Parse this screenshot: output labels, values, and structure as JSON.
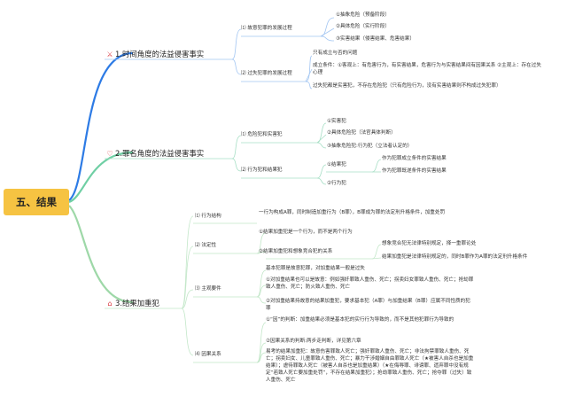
{
  "root": {
    "label": "五、结果",
    "color": "#f6c342"
  },
  "branches": {
    "b1": {
      "label": "1.时间角度的法益侵害事实",
      "icon": "sword-cross-icon",
      "color": "#2d7be5",
      "intent": {
        "label": "⑴  故意犯罪的发展过程",
        "stages": [
          "①抽象危险（预备阶段）",
          "②具体危险（实行阶段）",
          "③实害结果（侵害结果、危害结果）"
        ]
      },
      "negligence": {
        "label": "⑵  过失犯罪的发展过程",
        "items": [
          "只有成立与否的问题",
          "成立条件：①客观上：有危害行为，有实害结果，危害行为与实害结果间有因果关系 ②主观上：存在过失心理",
          "过失犯都是实害犯，不存在危险犯（只有危险行为，没有实害结果则不构成过失犯罪）"
        ]
      }
    },
    "b2": {
      "label": "2.罪名角度的法益侵害事实",
      "icon": "heart-icon",
      "color": "#6fcfa4",
      "danger": {
        "label": "⑴  危险犯和实害犯",
        "items": [
          "①实害犯",
          "②具体危险犯（法官具体判断）",
          "③抽象危险犯:行为犯（立法者认定的）"
        ]
      },
      "conduct": {
        "label": "⑵  行为犯和结果犯",
        "result_label": "①结果犯",
        "result_items": [
          "作为犯罪成立条件的实害结果",
          "作为犯罪既遂条件的实害结果"
        ],
        "behavior_label": "②行为犯"
      }
    },
    "b3": {
      "label": "3.结果加重犯",
      "icon": "house-icon",
      "color": "#9ed8a8",
      "structure": {
        "label": "⑴  行为结构",
        "text": "一行为构成A罪，同时制造加重行为（B罪），B罪成为罪的法定刑升格条件，加重处罚"
      },
      "statutory": {
        "label": "⑵  法定性",
        "item1": "①结果加重犯是一个行为，而不是两个行为",
        "item2": "②结果加重犯和想象竞合犯的关系",
        "sub": [
          "想象竞合犯无法律特别规定，择一重罪论处",
          "结果加重犯是法律特别规定的，同时B罪作为A罪的法定刑升格条件"
        ]
      },
      "subjective": {
        "label": "⑶  主观要件",
        "items": [
          "基本犯罪是故意犯罪，对加重结果一般是过失",
          "①对加重结果也可以是故意：例如强奸罪致人重伤、死亡；拐卖妇女罪致人重伤、死亡；抢劫罪致人重伤、死亡；防火致人重伤、死亡",
          "②对加重结果持故意的结果加重犯，要求基本犯（A罪）与加重结果（B罪）应属不同性质的犯罪"
        ]
      },
      "causality": {
        "label": "⑷  因果关系",
        "items": [
          "①“因”的判断：加重结果必须是基本犯的实行行为导致的，而不是其他犯罪行为导致的",
          "②因果关系的判断:两步走判断，详见第六章",
          "易考的结果加重犯：故意伤害罪致人死亡；强奸罪致人重伤、死亡；非法拘禁罪致人重伤、死亡；拐卖妇女、儿童罪致人重伤、死亡；暴力干涉婚姻自由罪致人死亡（★被害人自杀也是加重结果）；虐待罪致人死亡（被害人自杀也是加重结果）（★在侮辱罪、诽谤罪、遗弃罪中没有规定“若致人死亡要加重处罚”，不存在结果加重犯）；抢劫罪致人重伤、死亡；抢夺罪（过失）致人重伤、死亡"
        ]
      }
    }
  }
}
